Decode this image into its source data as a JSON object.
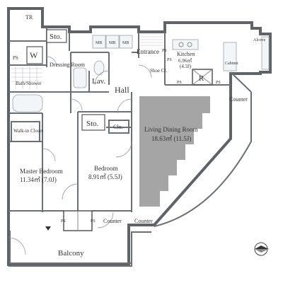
{
  "rooms": {
    "tr": "TR",
    "sto_top": "Sto.",
    "w": "W",
    "ps_left": "PS",
    "dressing": "Dressing Room",
    "bath": "Bath/Shower",
    "lav": "Lav.",
    "hall": "Hall",
    "mb1": "MB",
    "mb2": "MB",
    "mb3": "MB",
    "entrance": "Entrance",
    "ps_entrance": "PS",
    "shoe": "Shoe Cl.",
    "kitchen": "Kitchen",
    "kitchen_area": "6.96㎡",
    "kitchen_j": "(4.3J)",
    "ps_kitchen": "PS",
    "r": "R",
    "ps_k1": "PS",
    "ps_k2": "PS",
    "cabinet": "Cabinet",
    "alcove": "Alcove",
    "counter_right": "Counter",
    "sto_mid": "Sto.",
    "clo": "Clo.",
    "walkin": "Walk-in Closet",
    "ldr": "Living Dining Room",
    "ldr_area": "18.63㎡ (11.5J)",
    "master": "Master Bedroom",
    "master_area": "11.34㎡ (7.0J)",
    "bedroom": "Bedroom",
    "bedroom_area": "8.91㎡ (5.5J)",
    "ps_b1": "PS",
    "ps_b2": "PS",
    "counter_b1": "Counter",
    "counter_b2": "Counter",
    "balcony": "Balcony"
  }
}
